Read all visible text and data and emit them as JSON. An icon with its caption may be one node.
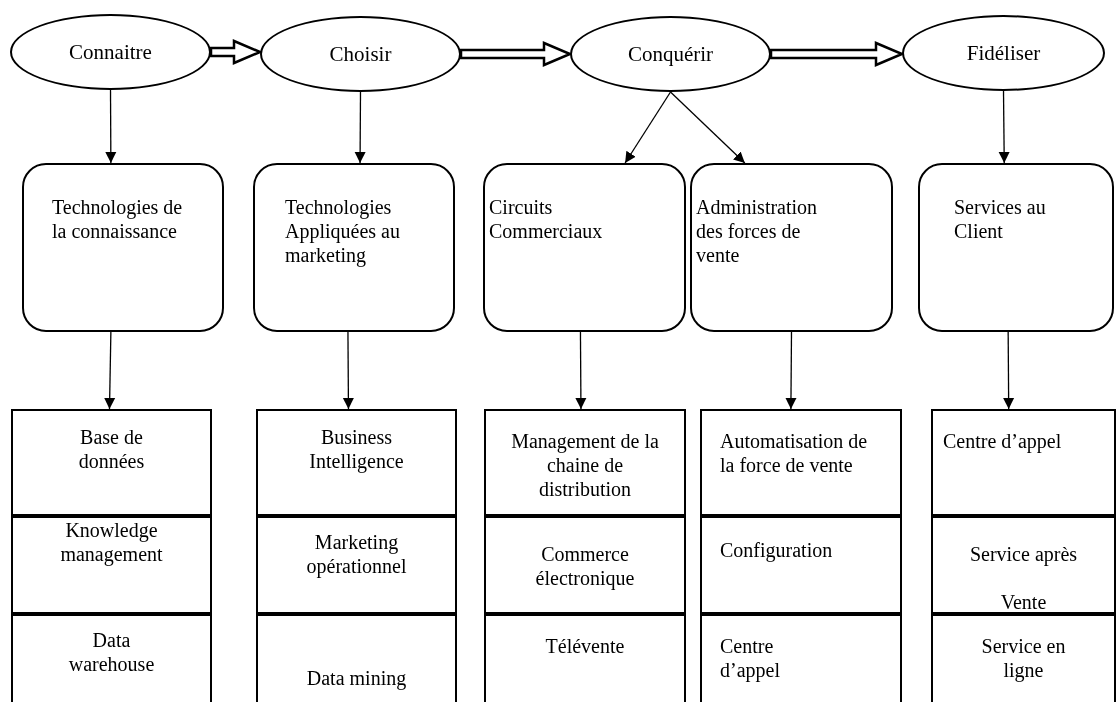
{
  "diagram": {
    "nodes": [
      {
        "text": [
          "Connaitre"
        ]
      },
      {
        "text": [
          "Choisir"
        ]
      },
      {
        "text": [
          "Conquérir"
        ]
      },
      {
        "text": [
          "Fidéliser"
        ]
      },
      {
        "text": [
          "Technologies de la connaissance"
        ]
      },
      {
        "text": [
          "Technologies Appliquées au marketing"
        ]
      },
      {
        "text": [
          "Circuits Commerciaux"
        ]
      },
      {
        "text": [
          "Administration des forces de vente"
        ]
      },
      {
        "text": [
          "Services au Client"
        ]
      },
      {
        "text": [
          "Base de données"
        ]
      },
      {
        "text": [
          "Knowledge management"
        ]
      },
      {
        "text": [
          "Data warehouse"
        ]
      },
      {
        "text": [
          "Business Intelligence"
        ]
      },
      {
        "text": [
          "Marketing opérationnel"
        ]
      },
      {
        "text": [
          "Data mining"
        ]
      },
      {
        "text": [
          "Management de la chaine de distribution"
        ]
      },
      {
        "text": [
          "Commerce électronique"
        ]
      },
      {
        "text": [
          "Télévente"
        ]
      },
      {
        "text": [
          "Automatisation de la force de vente"
        ]
      },
      {
        "text": [
          "Configuration"
        ]
      },
      {
        "text": [
          "Centre d’appel"
        ]
      },
      {
        "text": [
          "Centre d’appel"
        ]
      },
      {
        "text": [
          "Service après Vente"
        ]
      },
      {
        "text": [
          "Service en ligne"
        ]
      }
    ],
    "edges": [
      {
        "from": 0,
        "to": 1,
        "arrow": "to",
        "style": "thick"
      },
      {
        "from": 1,
        "to": 2,
        "arrow": "to",
        "style": "thick"
      },
      {
        "from": 2,
        "to": 3,
        "arrow": "to",
        "style": "thick"
      },
      {
        "from": 0,
        "to": 4,
        "arrow": "to"
      },
      {
        "from": 1,
        "to": 5,
        "arrow": "to"
      },
      {
        "from": 2,
        "to": 6,
        "arrow": "to"
      },
      {
        "from": 2,
        "to": 7,
        "arrow": "to"
      },
      {
        "from": 3,
        "to": 8,
        "arrow": "to"
      },
      {
        "from": 4,
        "to": 9,
        "arrow": "to"
      },
      {
        "from": 5,
        "to": 12,
        "arrow": "to"
      },
      {
        "from": 6,
        "to": 15,
        "arrow": "to"
      },
      {
        "from": 7,
        "to": 18,
        "arrow": "to"
      },
      {
        "from": 8,
        "to": 21,
        "arrow": "to"
      }
    ]
  }
}
